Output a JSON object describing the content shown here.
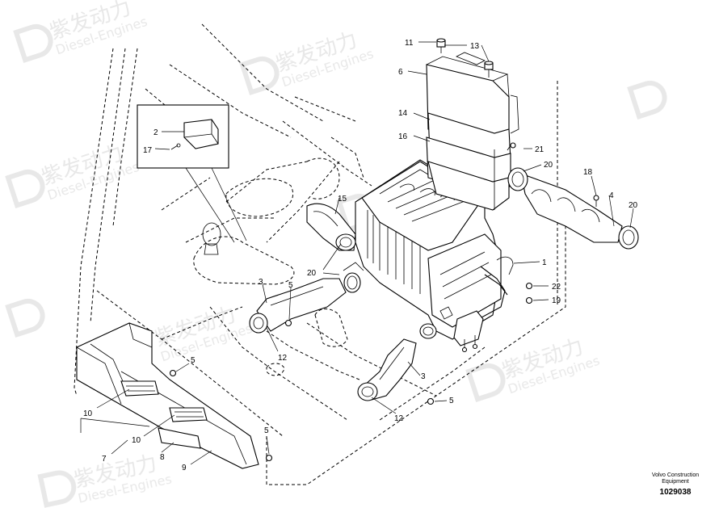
{
  "watermark": {
    "brand_cn": "紫发动力",
    "brand_en": "Diesel-Engines"
  },
  "callouts": {
    "c1": "1",
    "c2": "2",
    "c3a": "3",
    "c3b": "3",
    "c4": "4",
    "c5a": "5",
    "c5b": "5",
    "c5c": "5",
    "c5d": "5",
    "c6": "6",
    "c7": "7",
    "c8": "8",
    "c9": "9",
    "c10a": "10",
    "c10b": "10",
    "c11": "11",
    "c12a": "12",
    "c12b": "12",
    "c13": "13",
    "c14": "14",
    "c15": "15",
    "c16": "16",
    "c17": "17",
    "c18": "18",
    "c19": "19",
    "c20a": "20",
    "c20b": "20",
    "c20c": "20",
    "c21": "21",
    "c22": "22"
  },
  "credit": {
    "line1": "Volvo Construction",
    "line2": "Equipment",
    "doc_number": "1029038"
  }
}
